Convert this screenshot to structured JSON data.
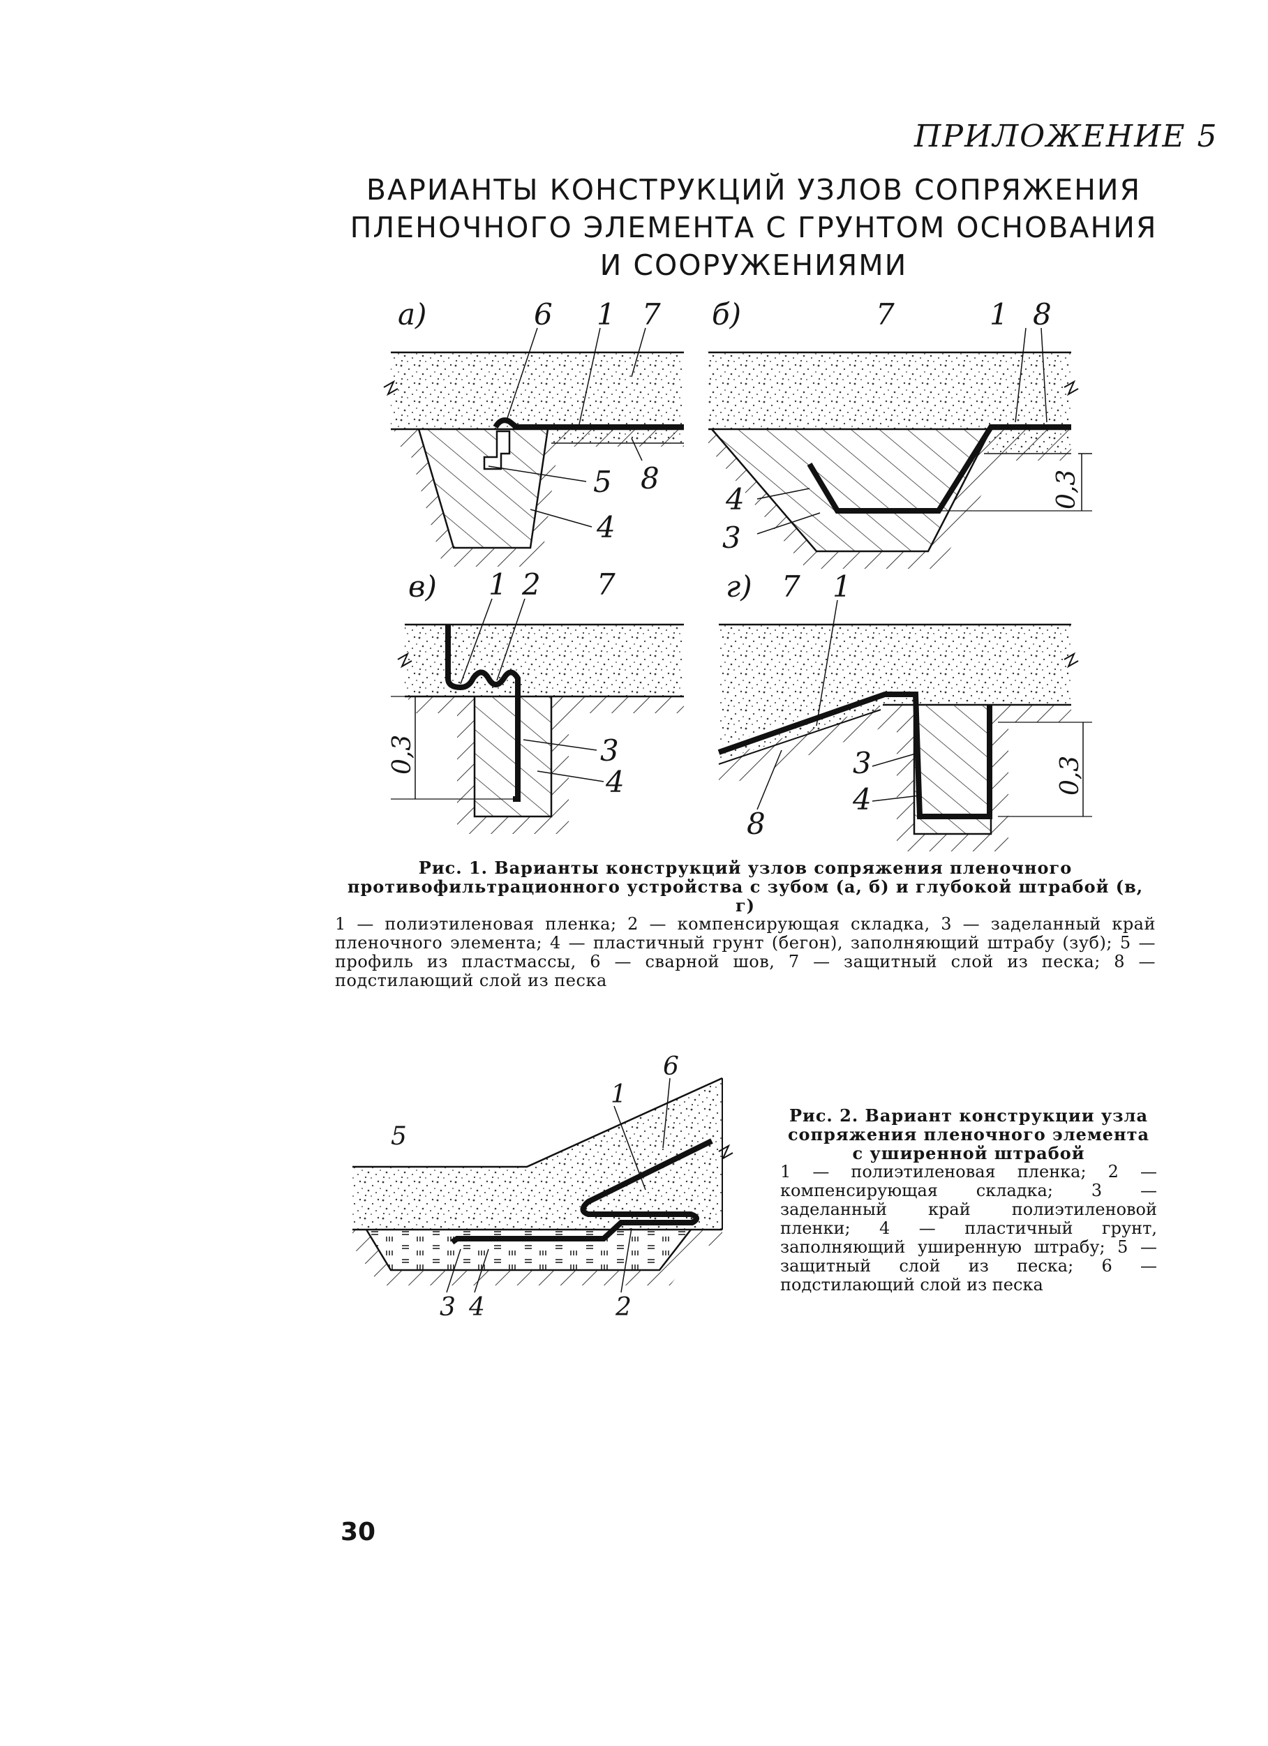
{
  "header": {
    "appendix": "ПРИЛОЖЕНИЕ 5"
  },
  "title": {
    "line1": "ВАРИАНТЫ КОНСТРУКЦИЙ УЗЛОВ СОПРЯЖЕНИЯ",
    "line2": "ПЛЕНОЧНОГО ЭЛЕМЕНТА С ГРУНТОМ ОСНОВАНИЯ",
    "line3": "И СООРУЖЕНИЯМИ"
  },
  "figure1": {
    "panel_a": {
      "letter": "а)",
      "labels": [
        "6",
        "1",
        "7",
        "5",
        "8",
        "4"
      ]
    },
    "panel_b": {
      "letter": "б)",
      "labels": [
        "7",
        "1",
        "8",
        "4",
        "3"
      ],
      "dimension": "0,3"
    },
    "panel_v": {
      "letter": "в)",
      "labels": [
        "1",
        "2",
        "7",
        "3",
        "4"
      ],
      "dimension": "0,3"
    },
    "panel_g": {
      "letter": "г)",
      "labels": [
        "7",
        "1",
        "3",
        "4",
        "8"
      ],
      "dimension": "0,3"
    },
    "caption": {
      "title": "Рис. 1. Варианты конструкций узлов сопряжения пленочного противофильтрационного устройства с зубом (а, б) и глубокой штрабой (в, г)",
      "legend": "1 — полиэтиленовая пленка; 2 — компенсирующая складка, 3 — заделанный край пленочного элемента; 4 — пластичный грунт (бегон), заполняющий штрабу (зуб); 5 — профиль из пластмассы, 6 — сварной шов, 7 — защитный слой из песка; 8 — подстилающий слой из песка"
    }
  },
  "figure2": {
    "labels": [
      "6",
      "1",
      "5",
      "3",
      "4",
      "2"
    ],
    "caption": {
      "title": "Рис. 2. Вариант конструкции узла сопряжения пленочного элемента с уширенной штрабой",
      "legend": "1 — полиэтиленовая пленка; 2 — компенсирующая складка; 3 — заделанный край полиэтиленовой пленки; 4 — пластичный грунт, заполняющий уширенную штрабу; 5 — защитный слой из песка; 6 — подстилающий слой из песка"
    }
  },
  "page_number": "30"
}
